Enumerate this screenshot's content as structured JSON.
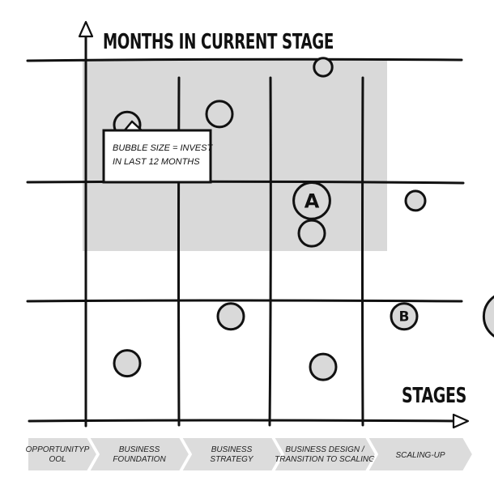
{
  "axes": {
    "y_title": "MONTHS IN CURRENT STAGE",
    "x_title": "STAGES"
  },
  "note": {
    "line1": "BUBBLE SIZE = INVEST",
    "line2": "IN LAST 12 MONTHS"
  },
  "stages": [
    {
      "line1": "OPPORTUNITYP",
      "line2": "OOL"
    },
    {
      "line1": "BUSINESS",
      "line2": "FOUNDATION"
    },
    {
      "line1": "BUSINESS",
      "line2": "STRATEGY"
    },
    {
      "line1": "BUSINESS DESIGN /",
      "line2": "TRANSITION TO SCALING"
    },
    {
      "line1": "SCALING-UP",
      "line2": ""
    }
  ],
  "bubbles": [
    {
      "label": "",
      "stage": 1,
      "months": 0.82,
      "size": 1.0
    },
    {
      "label": "",
      "stage": 1,
      "months": 0.77,
      "size": 1.0
    },
    {
      "label": "",
      "stage": 2,
      "months": 0.85,
      "size": 1.0
    },
    {
      "label": "",
      "stage": 3,
      "months": 0.98,
      "size": 0.7
    },
    {
      "label": "A",
      "stage": 3,
      "months": 0.61,
      "size": 1.4
    },
    {
      "label": "",
      "stage": 4,
      "months": 0.61,
      "size": 0.75
    },
    {
      "label": "",
      "stage": 3,
      "months": 0.52,
      "size": 1.0
    },
    {
      "label": "",
      "stage": 2,
      "months": 0.29,
      "size": 1.0
    },
    {
      "label": "B",
      "stage": 4,
      "months": 0.29,
      "size": 1.0
    },
    {
      "label": "",
      "stage": 5,
      "months": 0.29,
      "size": 1.85
    },
    {
      "label": "",
      "stage": 1,
      "months": 0.16,
      "size": 1.0
    },
    {
      "label": "",
      "stage": 3,
      "months": 0.15,
      "size": 1.0
    }
  ],
  "colors": {
    "ink": "#111111",
    "shade": "#d9d9d9",
    "stage_bar": "#dcdcdc"
  }
}
